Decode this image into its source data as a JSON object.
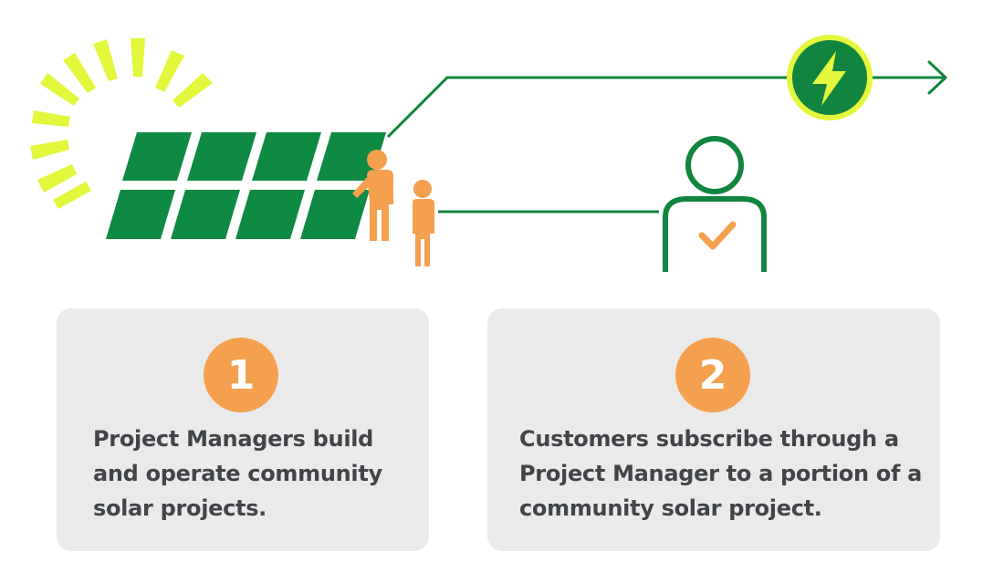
{
  "colors": {
    "panel_green": "#0e8a43",
    "line_green": "#11843f",
    "sun_yellow": "#e3f73c",
    "people_orange": "#f5a04f",
    "card_gray": "#ebeaea",
    "text_gray": "#414549"
  },
  "icons": {
    "sun": "sun-rays-icon",
    "panel": "solar-panel-icon",
    "people": "people-icon",
    "energy": "lightning-bolt-icon",
    "customer": "customer-check-icon",
    "arrow": "arrow-right-icon"
  },
  "steps": [
    {
      "number": "1",
      "text": "Project Managers build and operate community solar projects."
    },
    {
      "number": "2",
      "text": "Customers subscribe through a Project Manager to a portion of a community solar project."
    }
  ]
}
